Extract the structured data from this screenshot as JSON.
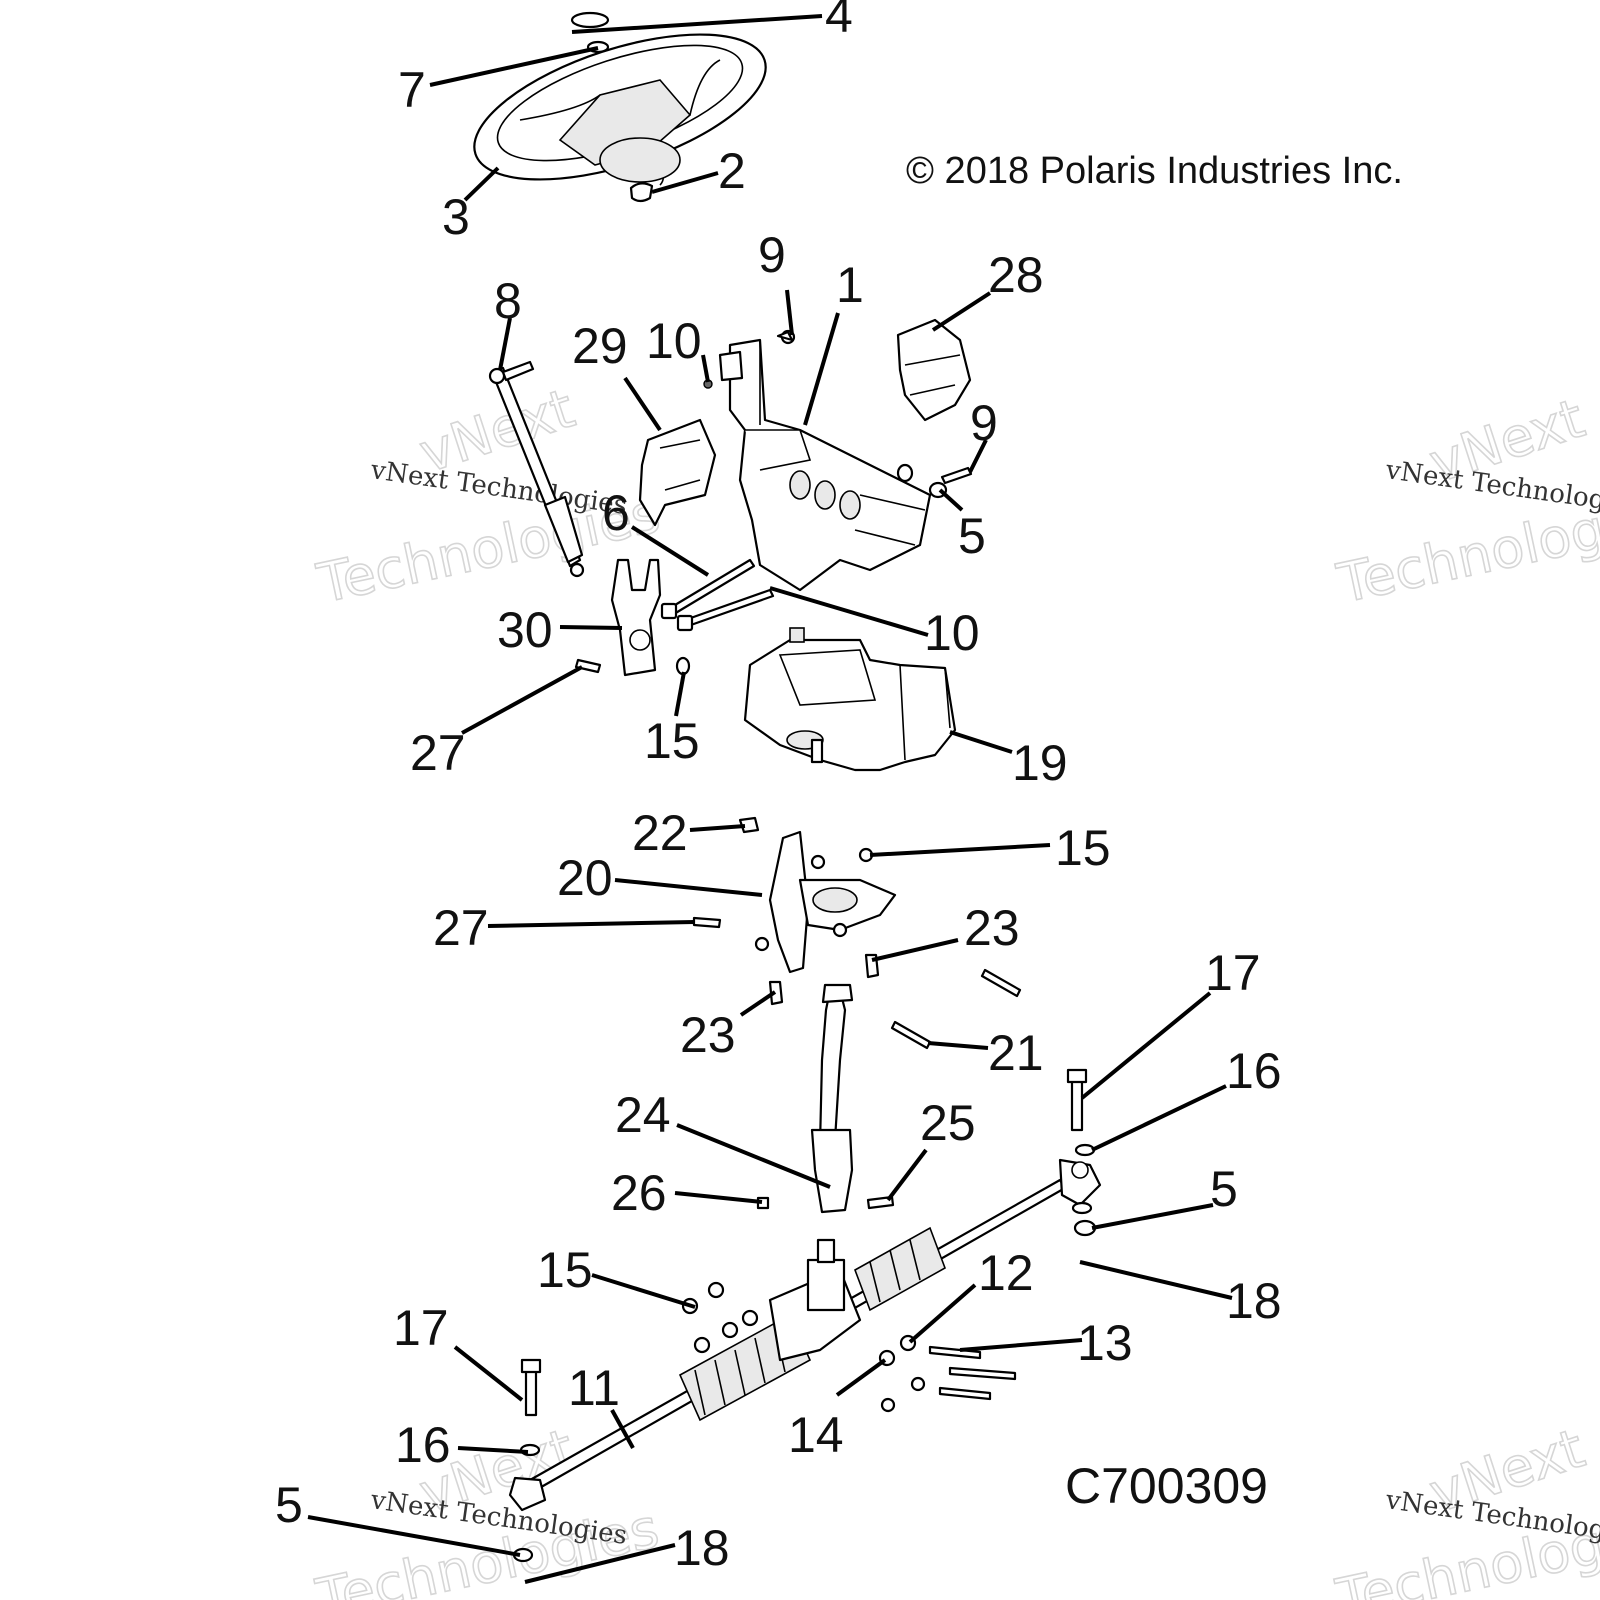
{
  "copyright": "© 2018 Polaris Industries Inc.",
  "figure_code": "C700309",
  "watermark": {
    "big_top": "vNext",
    "big_bottom": "Technologies",
    "small": "vNext Technologies"
  },
  "callouts": {
    "c1": "1",
    "c2": "2",
    "c3": "3",
    "c4": "4",
    "c5a": "5",
    "c5b": "5",
    "c5c": "5",
    "c6": "6",
    "c7": "7",
    "c8": "8",
    "c9a": "9",
    "c9b": "9",
    "c10a": "10",
    "c10b": "10",
    "c11": "11",
    "c12": "12",
    "c13": "13",
    "c14": "14",
    "c15a": "15",
    "c15b": "15",
    "c15c": "15",
    "c16a": "16",
    "c16b": "16",
    "c17a": "17",
    "c17b": "17",
    "c18a": "18",
    "c18b": "18",
    "c19": "19",
    "c20": "20",
    "c21": "21",
    "c22": "22",
    "c23a": "23",
    "c23b": "23",
    "c24": "24",
    "c25": "25",
    "c26": "26",
    "c27a": "27",
    "c27b": "27",
    "c28": "28",
    "c29": "29",
    "c30": "30"
  }
}
